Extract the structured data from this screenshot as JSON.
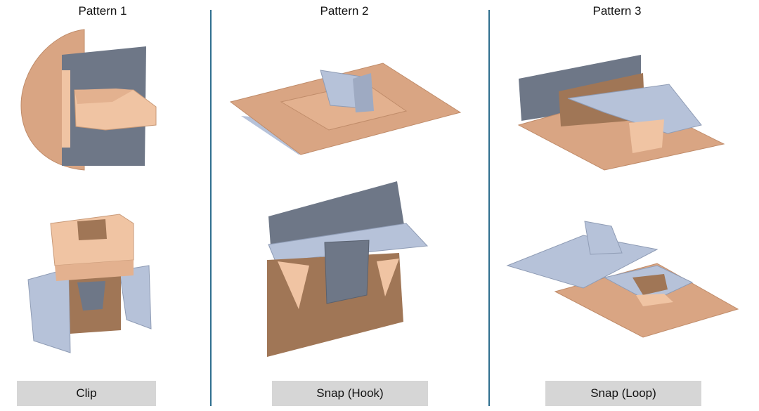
{
  "patterns": [
    {
      "title": "Pattern 1",
      "label": "Clip"
    },
    {
      "title": "Pattern 2",
      "label": "Snap (Hook)"
    },
    {
      "title": "Pattern 3",
      "label": "Snap (Loop)"
    }
  ],
  "colors": {
    "tan": "#d9a583",
    "tan_light": "#f0c4a3",
    "tan_dark": "#a07656",
    "slate": "#6e7787",
    "slate_light": "#b6c2d9",
    "divider": "#2f6f8f",
    "label_bg": "#d6d6d6"
  }
}
